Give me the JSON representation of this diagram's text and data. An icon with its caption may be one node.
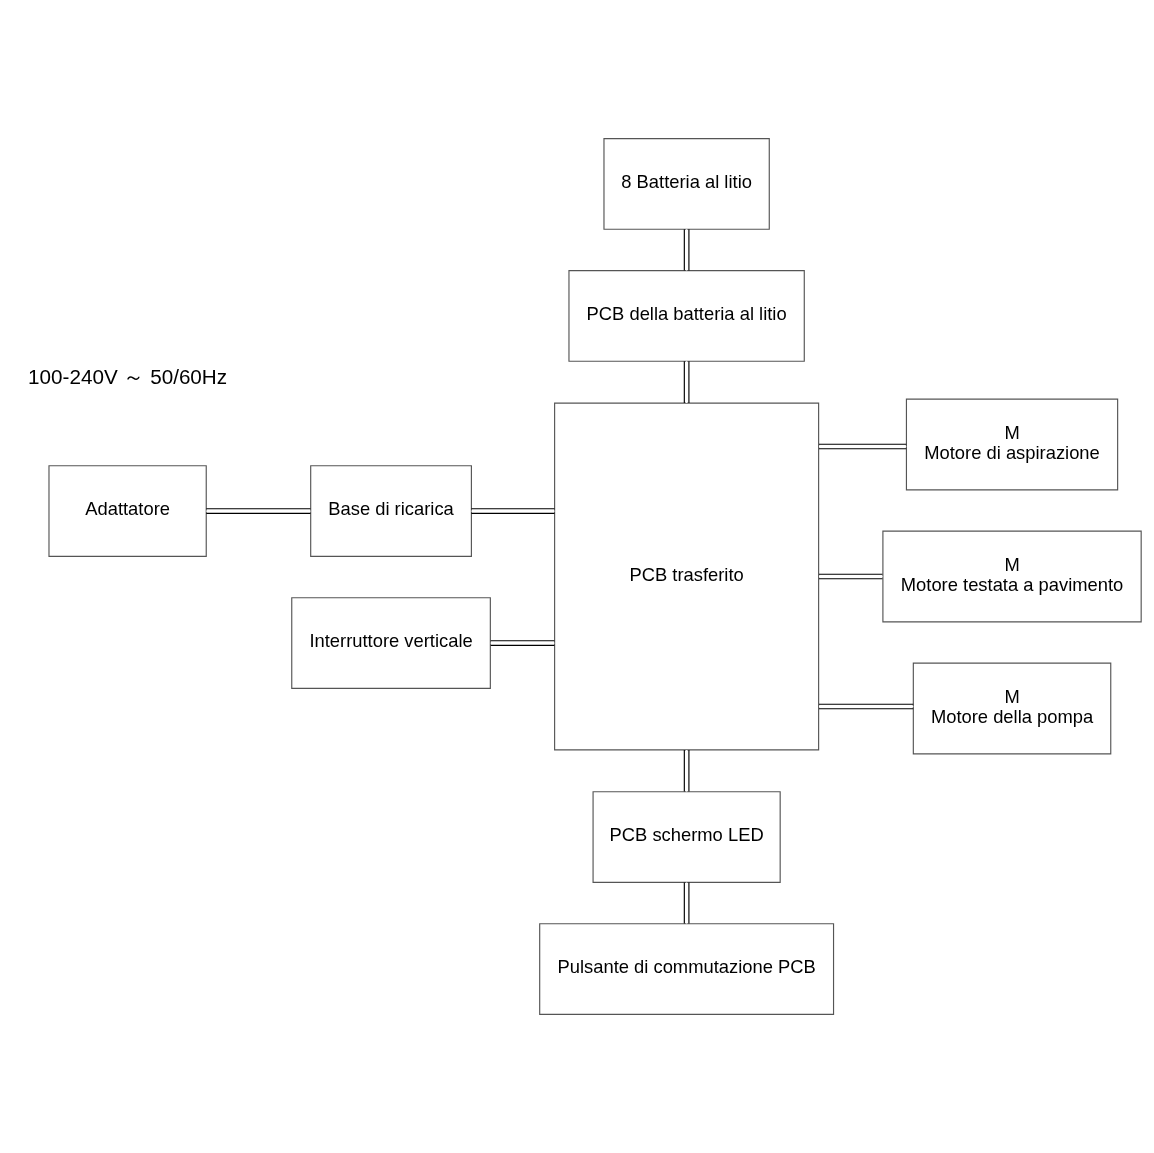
{
  "diagram": {
    "nodes": [
      {
        "text": [
          "8 Batteria al litio"
        ]
      },
      {
        "text": [
          "PCB della batteria al litio"
        ]
      },
      {
        "text": [
          "Adattatore"
        ]
      },
      {
        "text": [
          "Base di ricarica"
        ]
      },
      {
        "text": [
          "PCB trasferito"
        ]
      },
      {
        "text": [
          "Interruttore verticale"
        ]
      },
      {
        "text": [
          "M",
          "Motore di aspirazione"
        ]
      },
      {
        "text": [
          "M",
          "Motore testata a pavimento"
        ]
      },
      {
        "text": [
          "M",
          "Motore della pompa"
        ]
      },
      {
        "text": [
          "PCB schermo LED"
        ]
      },
      {
        "text": [
          "Pulsante di commutazione PCB"
        ]
      }
    ],
    "edges": [
      {
        "from": 0,
        "to": 1,
        "arrow": "none"
      },
      {
        "from": 1,
        "to": 4,
        "arrow": "none"
      },
      {
        "from": 2,
        "to": 3,
        "arrow": "none"
      },
      {
        "from": 3,
        "to": 4,
        "arrow": "none"
      },
      {
        "from": 5,
        "to": 4,
        "arrow": "none"
      },
      {
        "from": 4,
        "to": 6,
        "arrow": "none"
      },
      {
        "from": 4,
        "to": 7,
        "arrow": "none"
      },
      {
        "from": 4,
        "to": 8,
        "arrow": "none"
      },
      {
        "from": 4,
        "to": 9,
        "arrow": "none"
      },
      {
        "from": 9,
        "to": 10,
        "arrow": "none"
      }
    ],
    "labels": [
      "100-240V ～ 50/60Hz"
    ]
  }
}
